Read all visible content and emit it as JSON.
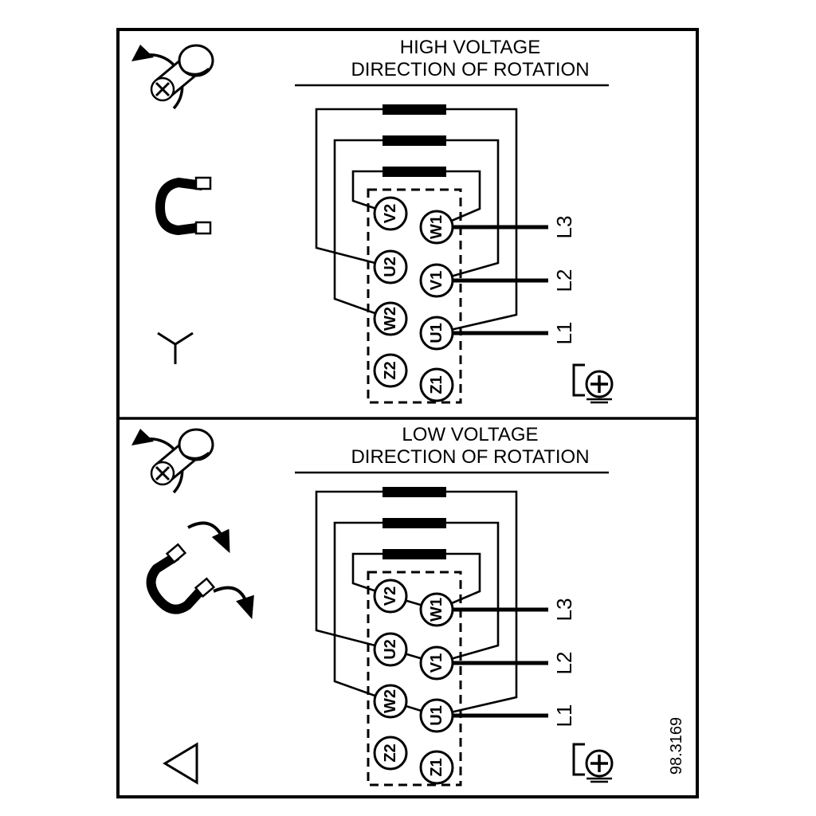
{
  "figure_number": "98.3169",
  "colors": {
    "line": "#000000",
    "background": "#ffffff"
  },
  "panels": [
    {
      "id": "high-voltage",
      "title_line1": "HIGH VOLTAGE",
      "title_line2": "DIRECTION OF ROTATION",
      "connection": "star",
      "terminals": {
        "left": [
          "V2",
          "U2",
          "W2",
          "Z2"
        ],
        "right": [
          "W1",
          "V1",
          "U1",
          "Z1"
        ]
      },
      "lines": [
        "L3",
        "L2",
        "L1"
      ]
    },
    {
      "id": "low-voltage",
      "title_line1": "LOW VOLTAGE",
      "title_line2": "DIRECTION OF ROTATION",
      "connection": "delta",
      "terminals": {
        "left": [
          "V2",
          "U2",
          "W2",
          "Z2"
        ],
        "right": [
          "W1",
          "V1",
          "U1",
          "Z1"
        ]
      },
      "lines": [
        "L3",
        "L2",
        "L1"
      ]
    }
  ]
}
